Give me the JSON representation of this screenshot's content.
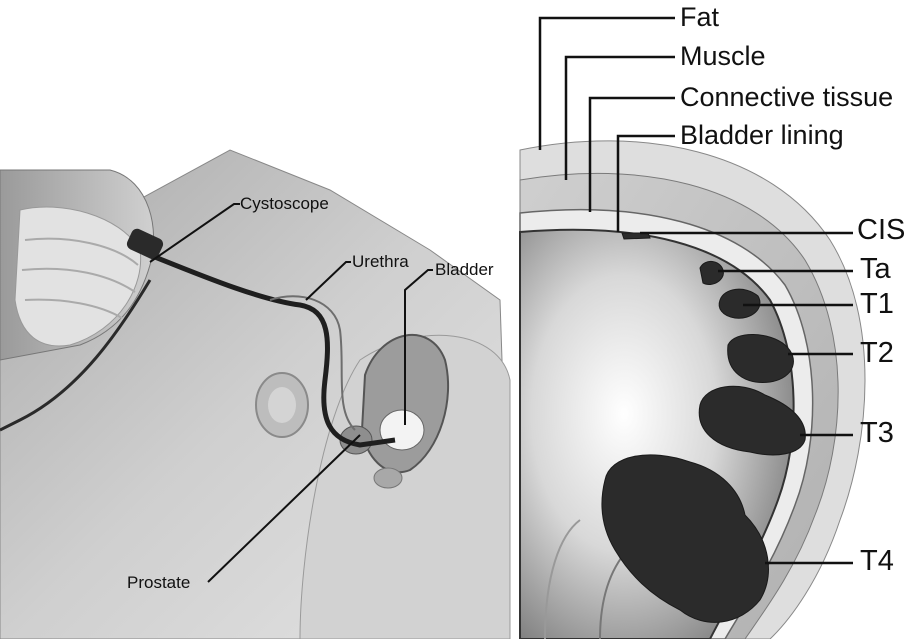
{
  "left_panel": {
    "labels": {
      "cystoscope": "Cystoscope",
      "urethra": "Urethra",
      "bladder": "Bladder",
      "prostate": "Prostate"
    }
  },
  "right_panel": {
    "layers": {
      "fat": "Fat",
      "muscle": "Muscle",
      "connective_tissue": "Connective tissue",
      "bladder_lining": "Bladder lining"
    },
    "stages": {
      "cis": "CIS",
      "ta": "Ta",
      "t1": "T1",
      "t2": "T2",
      "t3": "T3",
      "t4": "T4"
    }
  },
  "colors": {
    "leader_line": "#111111",
    "tumor": "#2b2b2b",
    "wall_fat": "#d9d9d9",
    "wall_muscle": "#bdbdbd",
    "skin": "#c8c8c8"
  }
}
